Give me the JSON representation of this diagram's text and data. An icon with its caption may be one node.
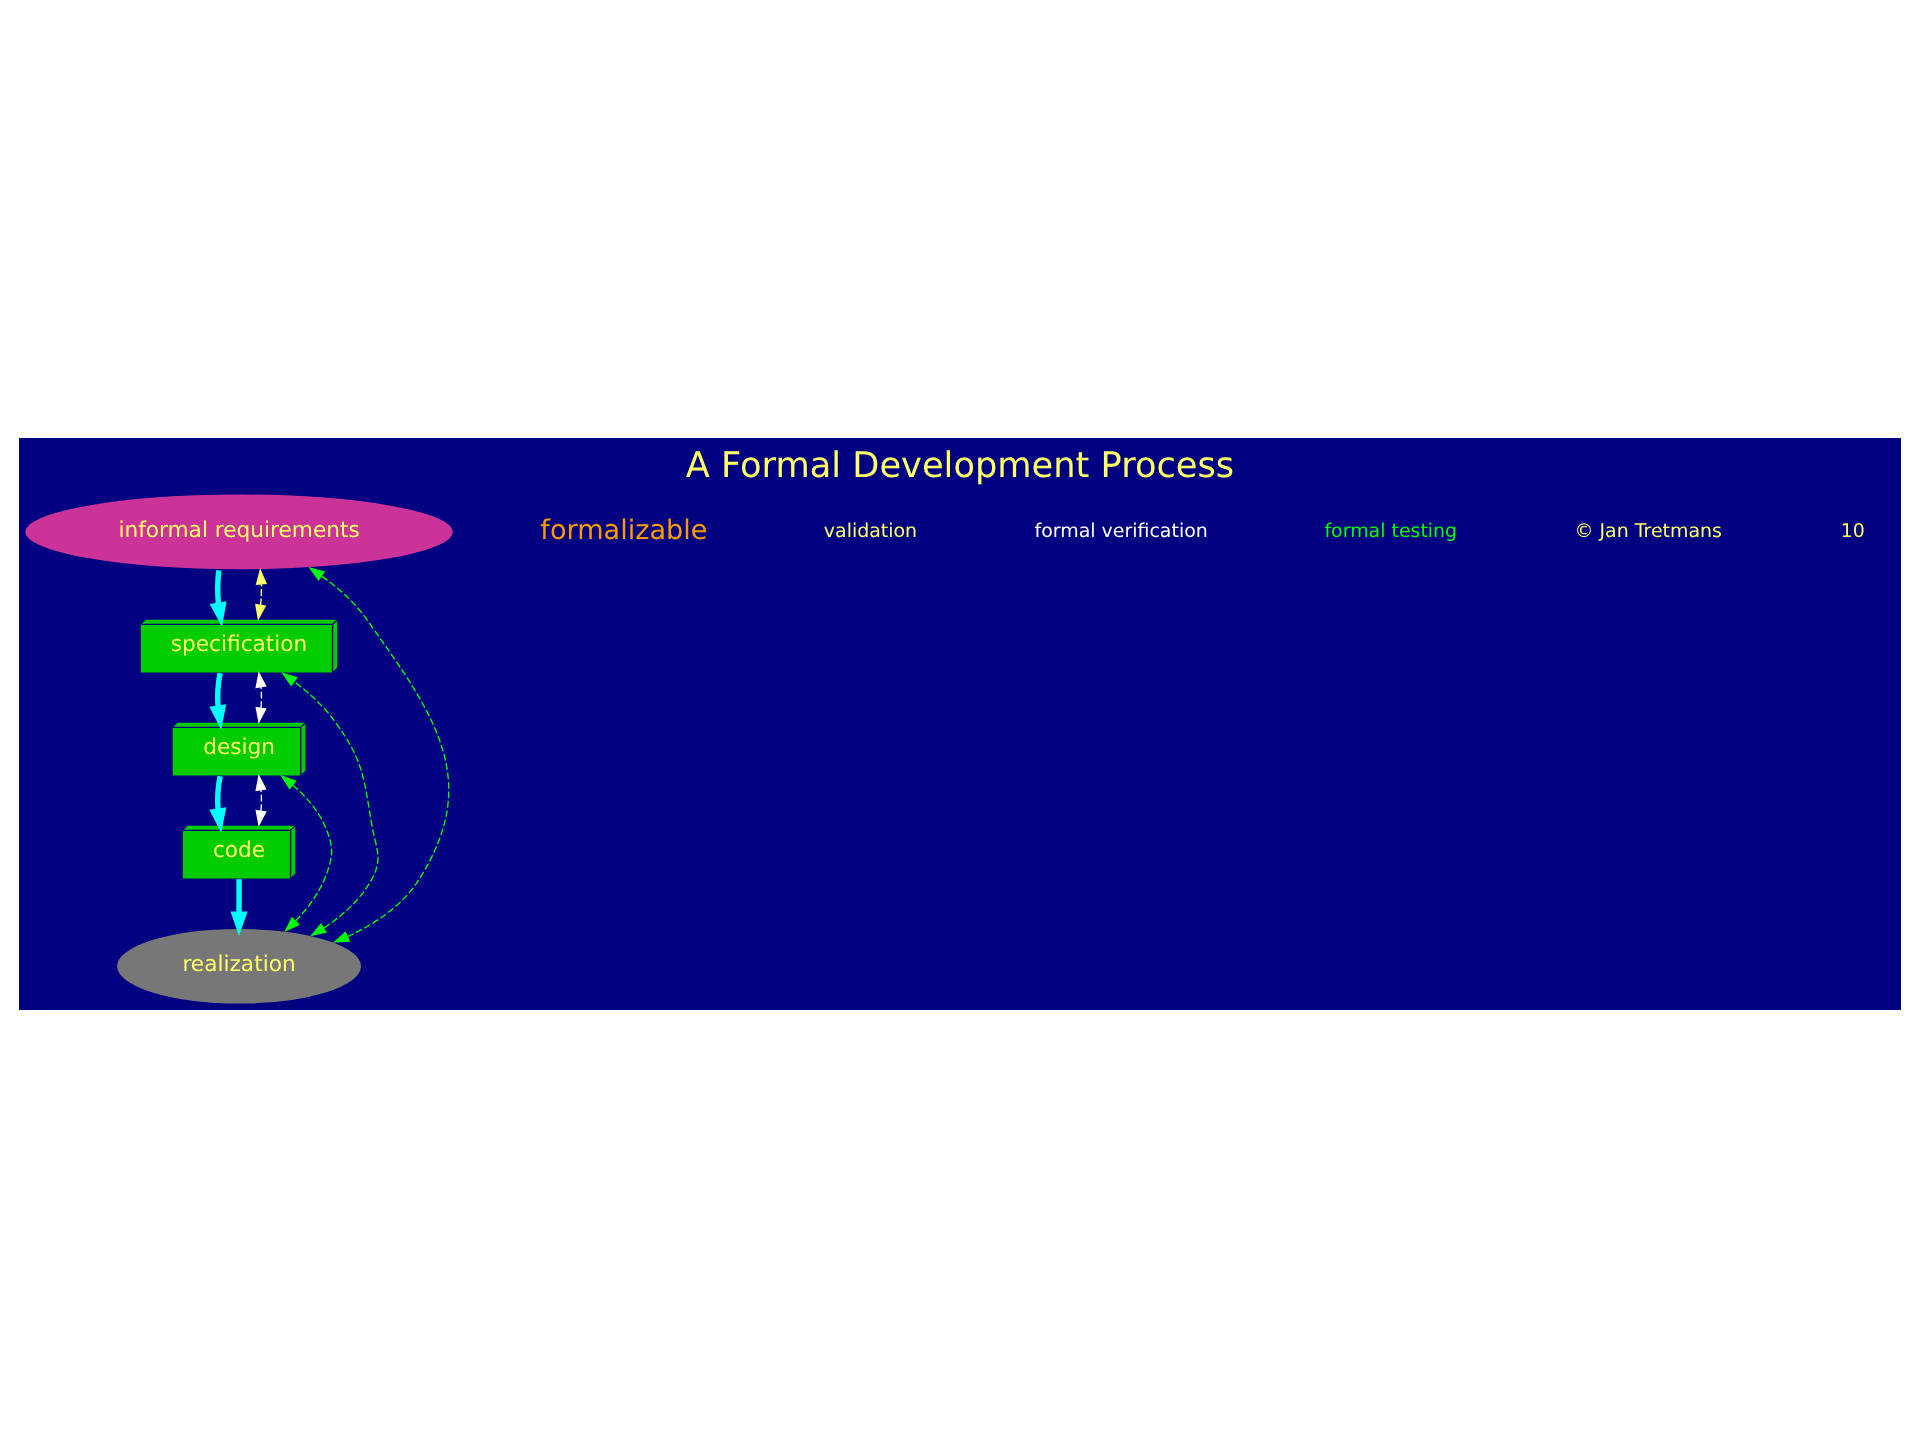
{
  "diagram": {
    "title": "A Formal Development Process",
    "nodes": [
      {
        "text": [
          "informal requirements"
        ]
      },
      {
        "text": [
          "specification"
        ]
      },
      {
        "text": [
          "design"
        ]
      },
      {
        "text": [
          "code"
        ]
      },
      {
        "text": [
          "realization"
        ]
      }
    ],
    "edges": [
      {
        "from": 0,
        "to": 1,
        "arrow": "to",
        "style": "thick",
        "color": "#00ffff"
      },
      {
        "from": 1,
        "to": 2,
        "arrow": "to",
        "style": "thick",
        "color": "#00ffff"
      },
      {
        "from": 2,
        "to": 3,
        "arrow": "to",
        "style": "thick",
        "color": "#00ffff"
      },
      {
        "from": 3,
        "to": 4,
        "arrow": "to",
        "style": "thick",
        "color": "#00ffff"
      },
      {
        "from": 1,
        "to": 0,
        "arrow": "both",
        "style": "dashed",
        "color": "#ffff66"
      },
      {
        "from": 2,
        "to": 1,
        "arrow": "both",
        "style": "dashed",
        "color": "#ffffff"
      },
      {
        "from": 3,
        "to": 2,
        "arrow": "both",
        "style": "dashed",
        "color": "#ffffff"
      },
      {
        "from": 4,
        "to": 0,
        "arrow": "both",
        "style": "dashed",
        "color": "#00ff00"
      },
      {
        "from": 4,
        "to": 1,
        "arrow": "both",
        "style": "dashed",
        "color": "#00ff00"
      },
      {
        "from": 4,
        "to": 2,
        "arrow": "both",
        "style": "dashed",
        "color": "#00ff00"
      }
    ],
    "labels": [
      "formalizable",
      "validation",
      "formal verification",
      "formal testing",
      "© Jan Tretmans",
      "10"
    ]
  }
}
